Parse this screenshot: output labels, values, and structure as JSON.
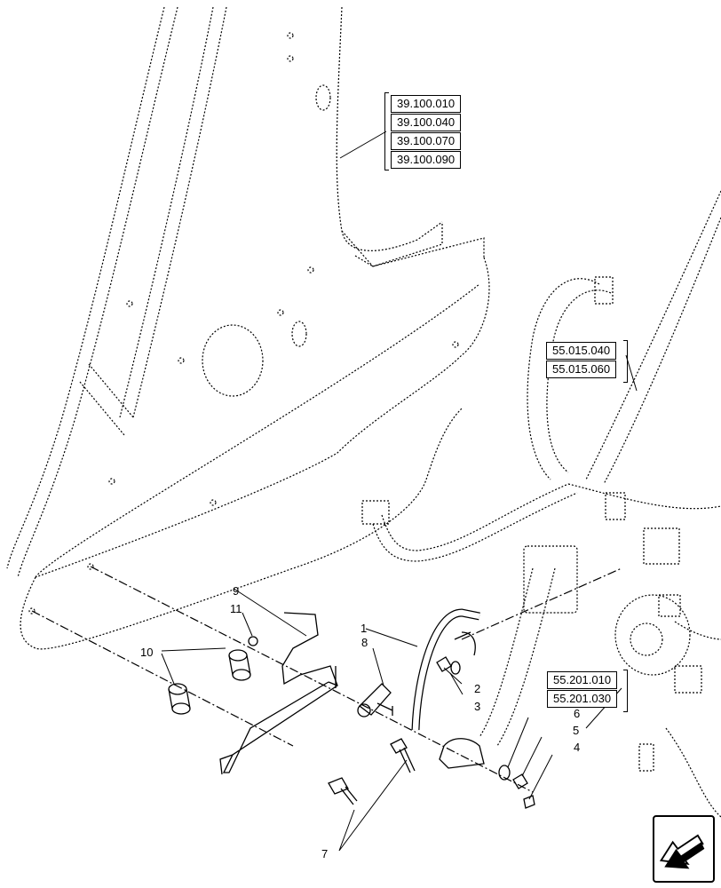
{
  "references": {
    "group_a": [
      "39.100.010",
      "39.100.040",
      "39.100.070",
      "39.100.090"
    ],
    "group_b": [
      "55.015.040",
      "55.015.060"
    ],
    "group_c": [
      "55.201.010",
      "55.201.030"
    ]
  },
  "callouts": [
    "1",
    "2",
    "3",
    "4",
    "5",
    "6",
    "7",
    "8",
    "9",
    "10",
    "11"
  ],
  "icons": {
    "nav": "next-page-arrow-icon"
  }
}
